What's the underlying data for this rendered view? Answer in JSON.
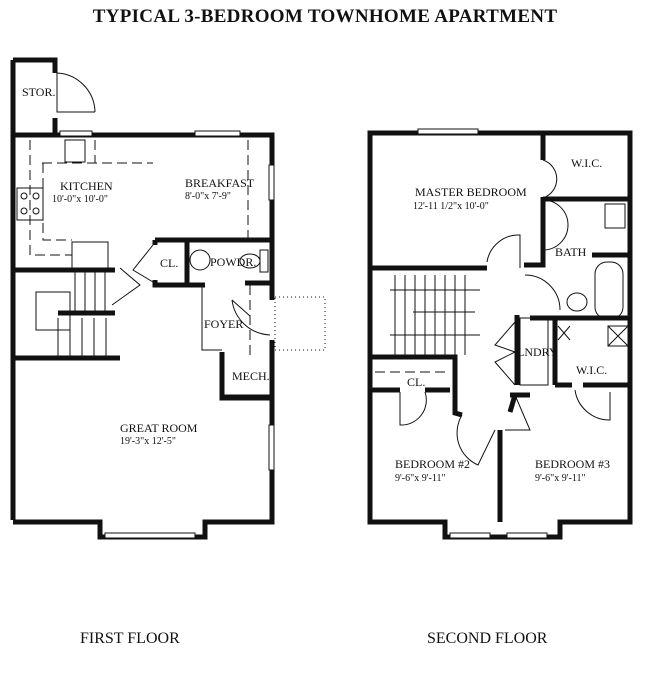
{
  "title": "TYPICAL 3-BEDROOM  TOWNHOME APARTMENT",
  "first_floor": {
    "label": "FIRST FLOOR",
    "rooms": {
      "storage": {
        "name": "STOR."
      },
      "kitchen": {
        "name": "KITCHEN",
        "size": "10'-0\"x 10'-0\""
      },
      "breakfast": {
        "name": "BREAKFAST",
        "size": "8'-0\"x 7'-9\""
      },
      "closet": {
        "name": "CL."
      },
      "powder": {
        "name": "POWDR."
      },
      "foyer": {
        "name": "FOYER"
      },
      "mech": {
        "name": "MECH."
      },
      "great_room": {
        "name": "GREAT ROOM",
        "size": "19'-3\"x 12'-5\""
      }
    }
  },
  "second_floor": {
    "label": "SECOND FLOOR",
    "rooms": {
      "master_bedroom": {
        "name": "MASTER BEDROOM",
        "size": "12'-11 1/2\"x 10'-0\""
      },
      "wic_master": {
        "name": "W.I.C."
      },
      "bath": {
        "name": "BATH"
      },
      "laundry": {
        "name": "LNDRY"
      },
      "wic_2": {
        "name": "W.I.C."
      },
      "closet": {
        "name": "CL."
      },
      "bedroom_2": {
        "name": "BEDROOM #2",
        "size": "9'-6\"x 9'-11\""
      },
      "bedroom_3": {
        "name": "BEDROOM #3",
        "size": "9'-6\"x 9'-11\""
      }
    }
  }
}
